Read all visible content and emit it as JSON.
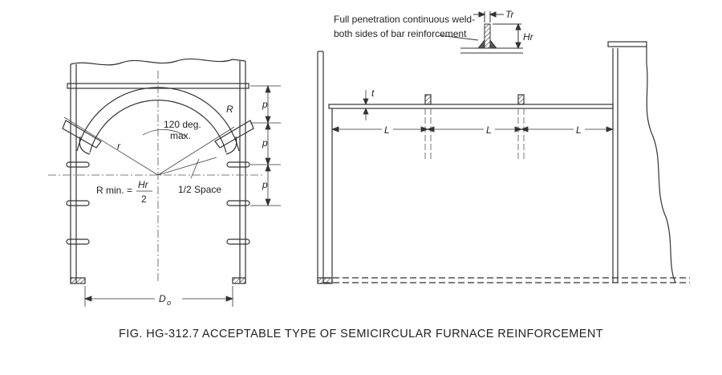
{
  "figure": {
    "caption": "FIG. HG-312.7 ACCEPTABLE TYPE OF SEMICIRCULAR FURNACE REINFORCEMENT"
  },
  "left_view": {
    "label_R": "R",
    "label_r": "r",
    "angle_label_1": "120 deg.",
    "angle_label_2": "max.",
    "r_min_prefix": "R min. =",
    "r_min_num": "Hr",
    "r_min_den": "2",
    "half_space": "1/2 Space",
    "pitch_labels": [
      "p",
      "p",
      "p"
    ],
    "diameter_label": "D",
    "diameter_sub": "o"
  },
  "right_view": {
    "weld_note_1": "Full penetration continuous weld-",
    "weld_note_2": "both sides of bar reinforcement",
    "tr_label": "Tr",
    "hr_label": "Hr",
    "t_label": "t",
    "spacing_labels": [
      "L",
      "L",
      "L"
    ]
  }
}
